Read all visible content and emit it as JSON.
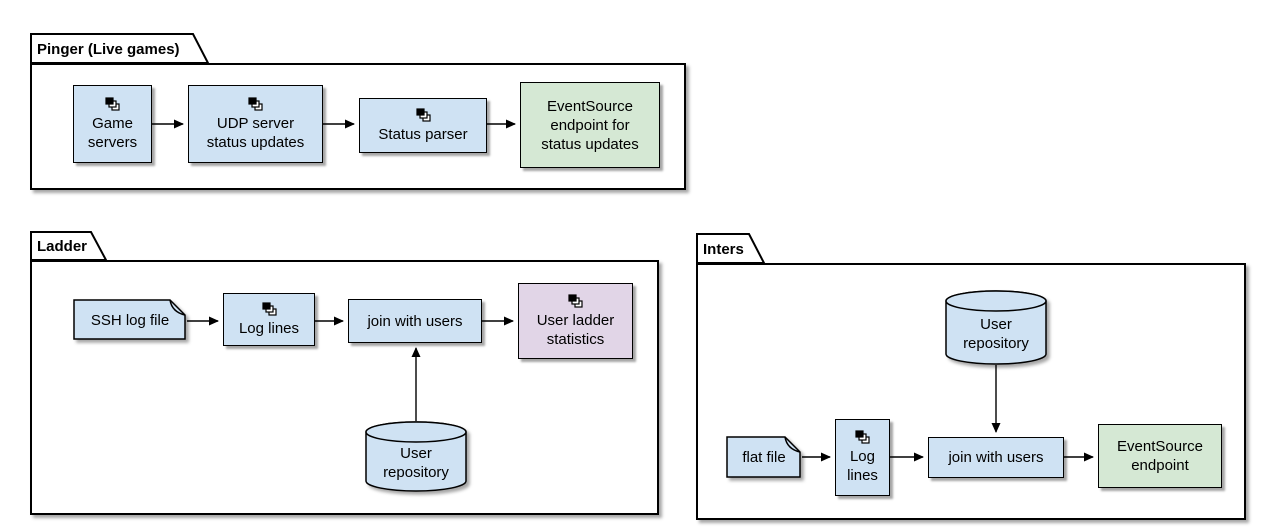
{
  "diagram": {
    "kind": "component-dataflow-diagram",
    "background": "#FFFFFF",
    "colors": {
      "process_fill": "#CFE2F3",
      "endpoint_fill": "#D5E8D4",
      "statistics_fill": "#E1D5E7",
      "stroke": "#000000"
    }
  },
  "packages": {
    "pinger": {
      "title": "Pinger (Live games)"
    },
    "ladder": {
      "title": "Ladder"
    },
    "inters": {
      "title": "Inters"
    }
  },
  "nodes": {
    "game_servers": {
      "label": "Game\nservers"
    },
    "udp_status": {
      "label": "UDP server\nstatus updates"
    },
    "status_parser": {
      "label": "Status parser"
    },
    "es_status_endpoint": {
      "label": "EventSource\nendpoint for\nstatus updates"
    },
    "ssh_log_file": {
      "label": "SSH log file"
    },
    "ladder_log_lines": {
      "label": "Log lines"
    },
    "ladder_join": {
      "label": "join with users"
    },
    "user_ladder_stats": {
      "label": "User ladder\nstatistics"
    },
    "ladder_user_repo": {
      "label": "User\nrepository"
    },
    "inters_user_repo": {
      "label": "User\nrepository"
    },
    "flat_file": {
      "label": "flat file"
    },
    "inters_log_lines": {
      "label": "Log\nlines"
    },
    "inters_join": {
      "label": "join with users"
    },
    "es_endpoint": {
      "label": "EventSource\nendpoint"
    }
  }
}
